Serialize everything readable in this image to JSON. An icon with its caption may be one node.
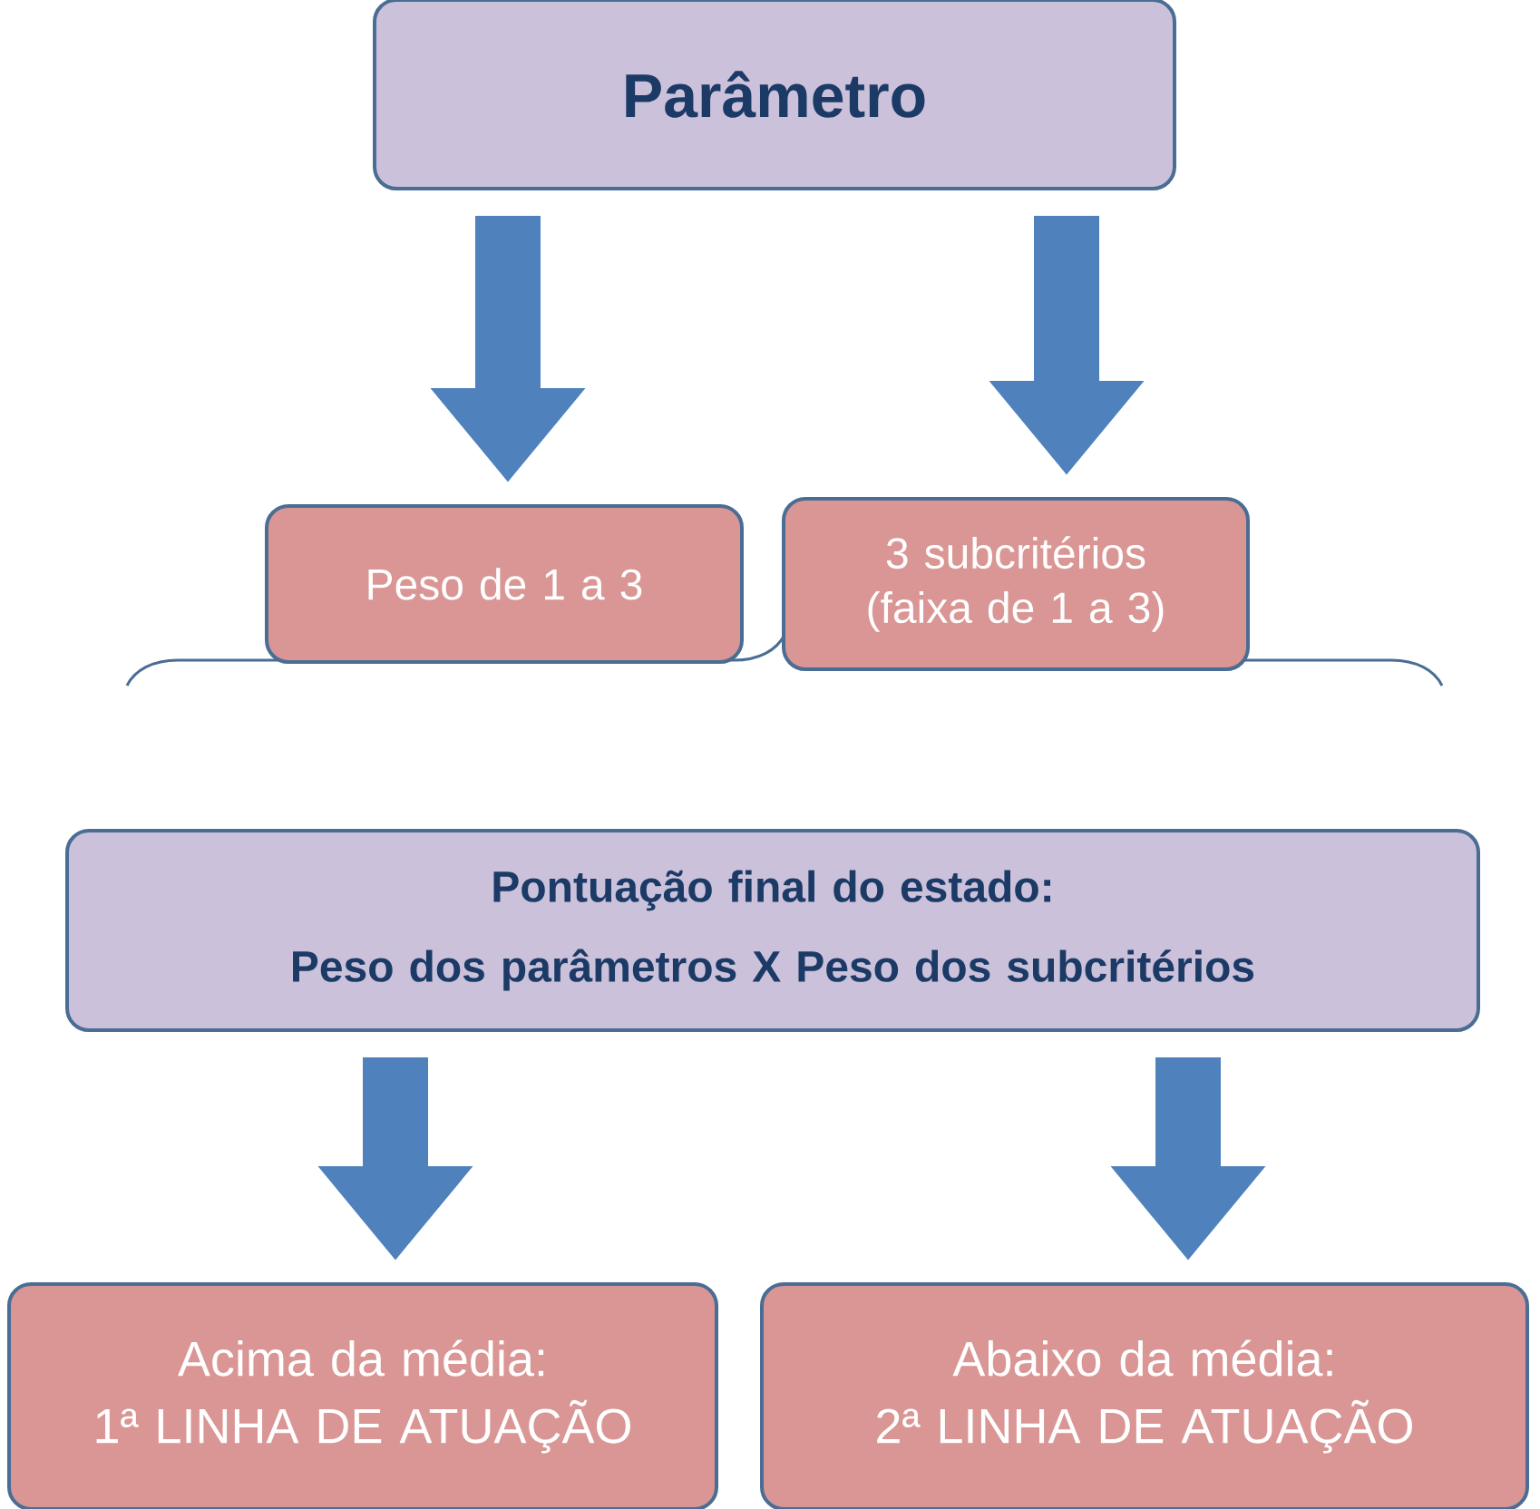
{
  "diagram": {
    "nodes": [
      {
        "text": [
          "Parâmetro"
        ]
      },
      {
        "text": [
          "Peso de 1 a 3"
        ]
      },
      {
        "text": [
          "3 subcritérios (faixa de 1 a 3)"
        ]
      },
      {
        "text": [
          "Pontuação final do estado:",
          "Peso dos parâmetros X Peso dos subcritérios"
        ]
      },
      {
        "text": [
          "Acima da média:",
          "1ª LINHA DE ATUAÇÃO"
        ]
      },
      {
        "text": [
          "Abaixo da média:",
          "2ª LINHA DE ATUAÇÃO"
        ]
      }
    ],
    "edges": [
      {
        "from": 0,
        "to": 1,
        "arrow": "to"
      },
      {
        "from": 0,
        "to": 2,
        "arrow": "to"
      },
      {
        "from": 3,
        "to": 4,
        "arrow": "to"
      },
      {
        "from": 3,
        "to": 5,
        "arrow": "to"
      }
    ]
  }
}
